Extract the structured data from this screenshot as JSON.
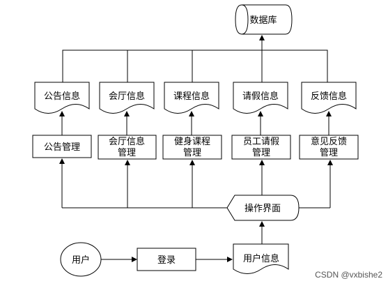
{
  "diagram": {
    "database": "数据库",
    "documents": [
      "公告信息",
      "会厅信息",
      "课程信息",
      "请假信息",
      "反馈信息"
    ],
    "managers": [
      {
        "line1": "公告管理",
        "line2": ""
      },
      {
        "line1": "会厅信息",
        "line2": "管理"
      },
      {
        "line1": "健身课程",
        "line2": "管理"
      },
      {
        "line1": "员工请假",
        "line2": "管理"
      },
      {
        "line1": "意见反馈",
        "line2": "管理"
      }
    ],
    "operation": "操作界面",
    "user": "用户",
    "login": "登录",
    "user_info": "用户信息",
    "watermark": "CSDN @vxbishe2"
  }
}
